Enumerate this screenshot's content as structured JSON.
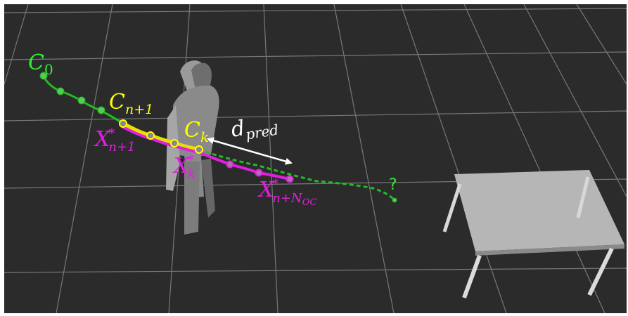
{
  "colors": {
    "background": "#2b2b2b",
    "grid": "#7a7a7a",
    "path_green": "#22bb22",
    "label_green": "#33ee33",
    "label_yellow": "#ffff00",
    "highlight_yellow": "#e8e000",
    "label_magenta": "#e020e0",
    "arrow_white": "#ffffff",
    "figure_gray": "#8c8c8c",
    "table_gray": "#b4b4b4"
  },
  "labels": {
    "c0": {
      "base": "C",
      "sub": "0"
    },
    "cn1": {
      "base": "C",
      "sub": "n+1"
    },
    "ck": {
      "base": "C",
      "sub": "k"
    },
    "xn1": {
      "base": "X",
      "sup": "*",
      "sub": "n+1"
    },
    "xk": {
      "base": "X",
      "sup": "*",
      "sub": "k"
    },
    "xnoc": {
      "base": "X",
      "sup": "*",
      "sub": "n+N",
      "subsub": "OC"
    },
    "dpred": {
      "base": "d",
      "sub": "pred"
    },
    "question": "?"
  },
  "icons": {
    "person": "human-figure-icon",
    "table": "table-icon"
  }
}
